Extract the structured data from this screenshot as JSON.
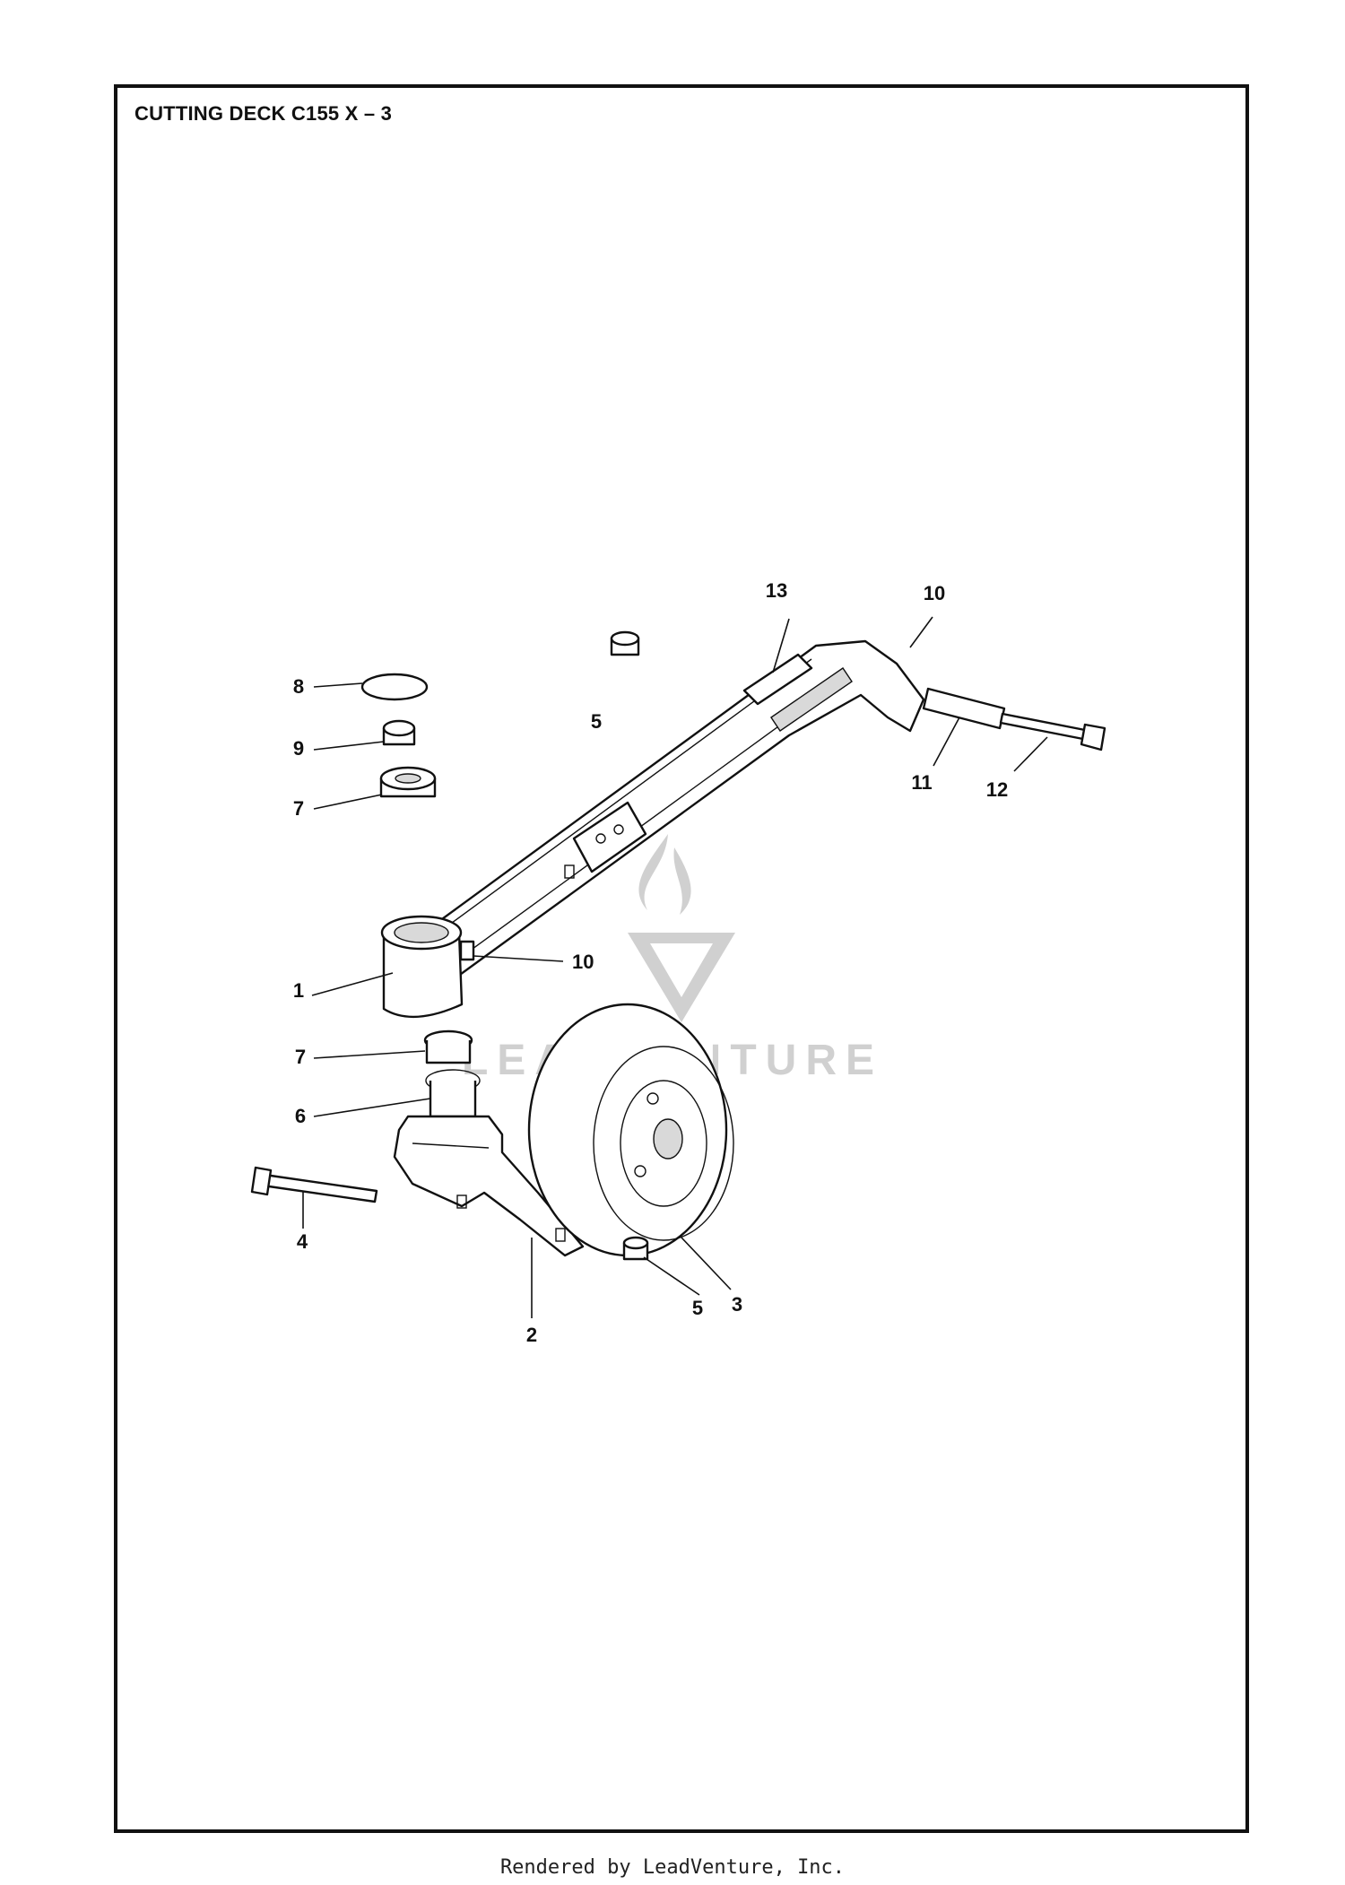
{
  "title": "CUTTING DECK C155 X – 3",
  "footer": "Rendered by LeadVenture, Inc.",
  "watermark": "LEADVENTURE",
  "callouts": [
    {
      "label": "13"
    },
    {
      "label": "10"
    },
    {
      "label": "8"
    },
    {
      "label": "5"
    },
    {
      "label": "9"
    },
    {
      "label": "7"
    },
    {
      "label": "11"
    },
    {
      "label": "12"
    },
    {
      "label": "10"
    },
    {
      "label": "1"
    },
    {
      "label": "7"
    },
    {
      "label": "6"
    },
    {
      "label": "4"
    },
    {
      "label": "5"
    },
    {
      "label": "3"
    },
    {
      "label": "2"
    }
  ]
}
